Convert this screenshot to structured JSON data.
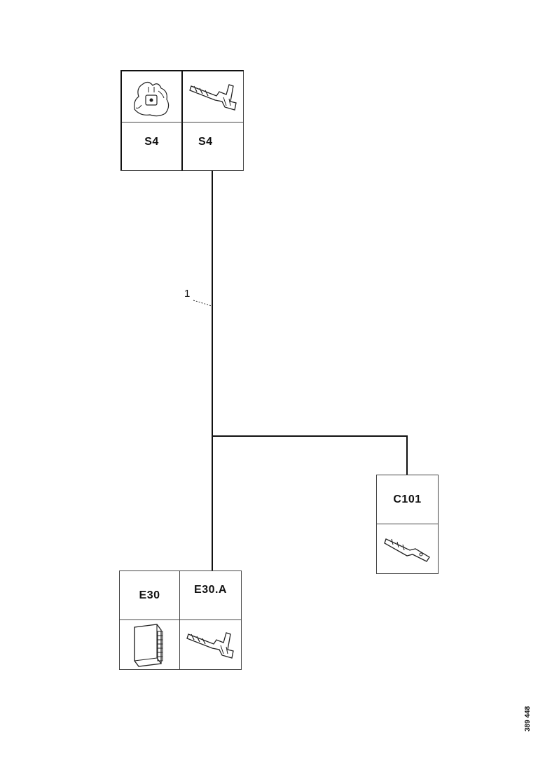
{
  "components": {
    "s4": {
      "left_label": "S4",
      "right_label": "S4",
      "left_icon": "key-lock-icon",
      "right_icon": "terminal-icon"
    },
    "e30": {
      "left_label": "E30",
      "right_label": "E30.A",
      "left_icon": "control-module-icon",
      "right_icon": "terminal-icon"
    },
    "c101": {
      "label": "C101",
      "icon": "pin-terminal-icon"
    }
  },
  "wire": {
    "label": "1"
  },
  "doc_number": "389 448"
}
